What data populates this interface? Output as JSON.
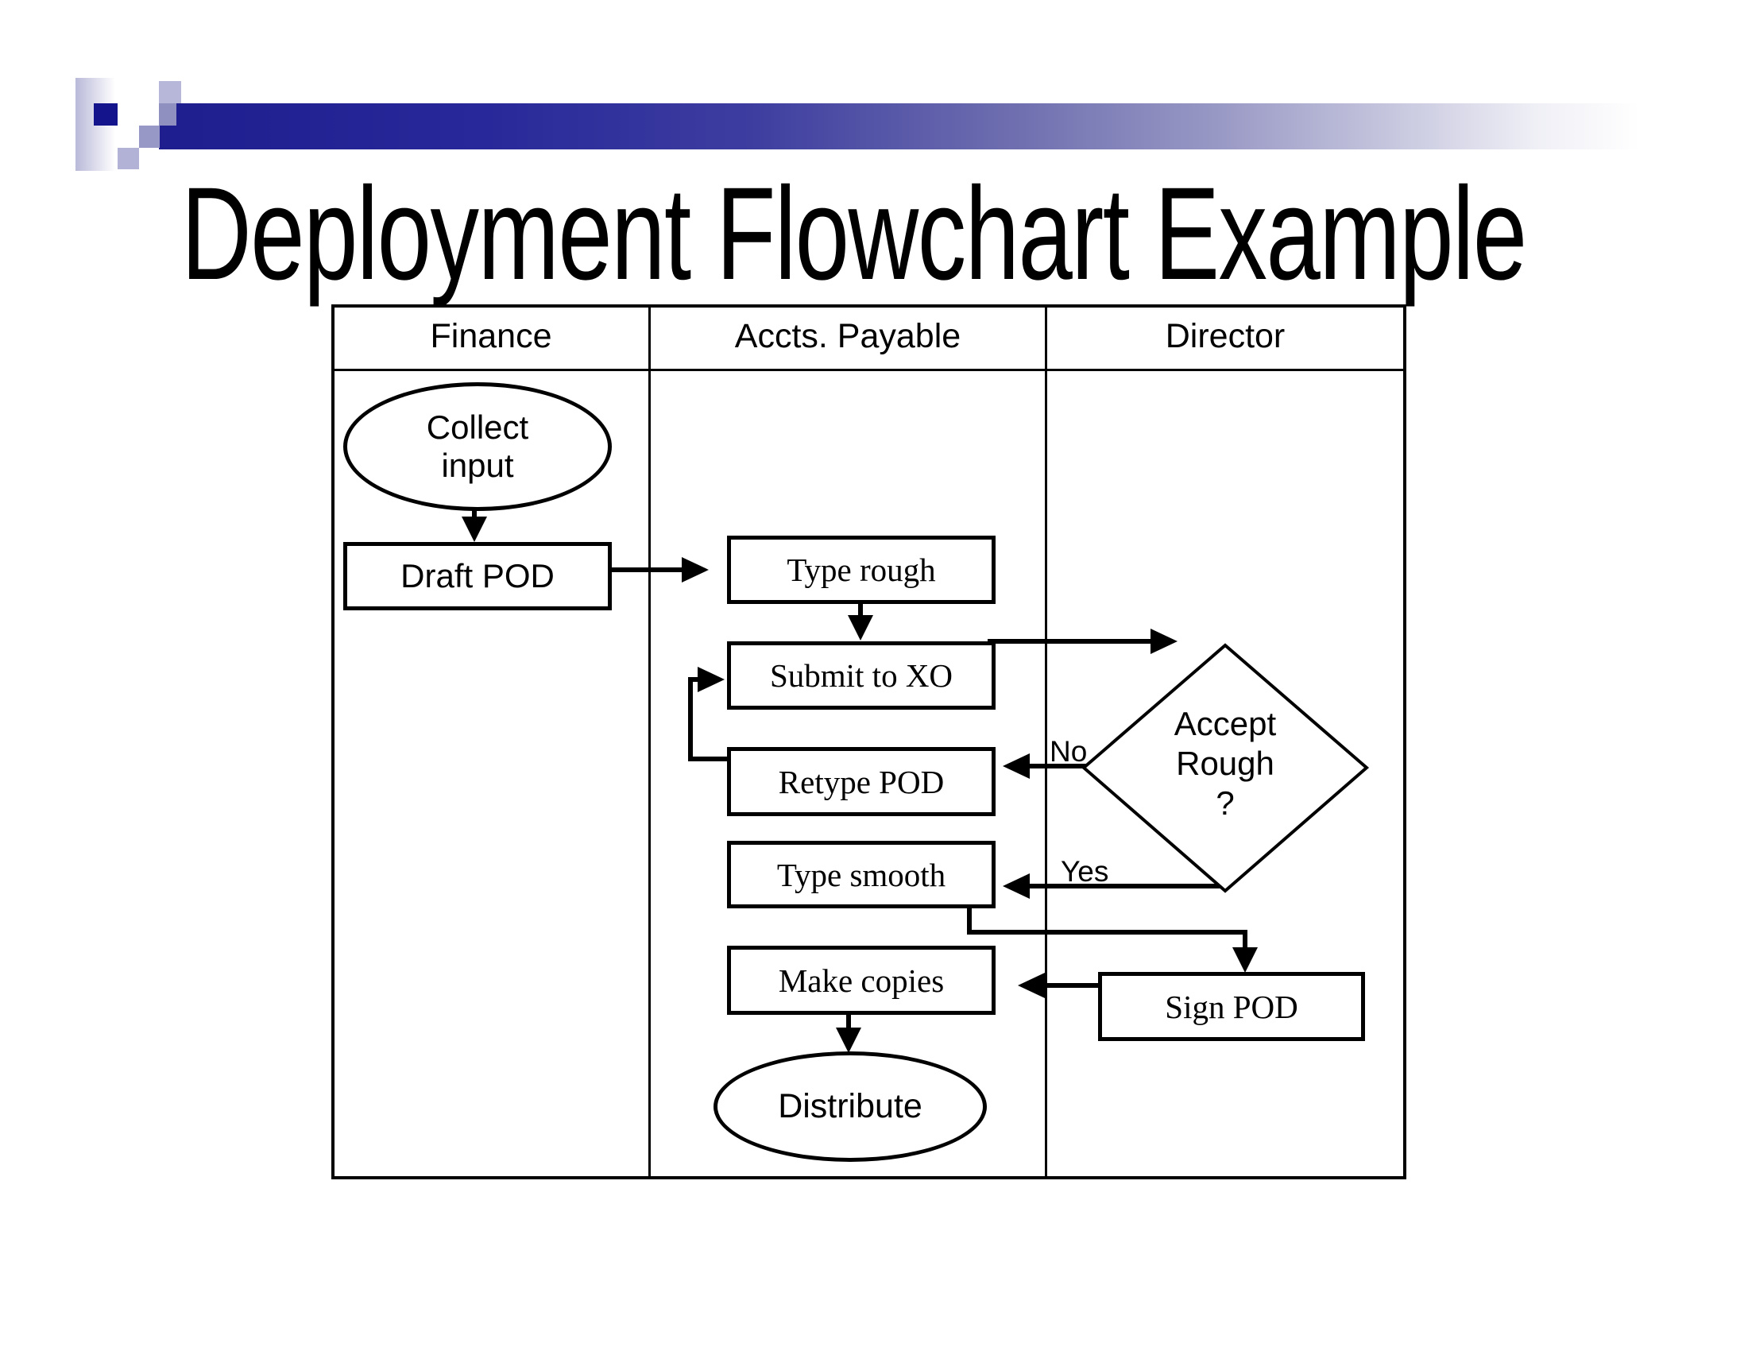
{
  "slide": {
    "title": "Deployment Flowchart Example"
  },
  "colors": {
    "background": "#ffffff",
    "line": "#000000",
    "accent_navy": "#1e1e8f",
    "accent_lavender": "#b2b2d6"
  },
  "table": {
    "columns": [
      {
        "label": "Finance"
      },
      {
        "label": "Accts. Payable"
      },
      {
        "label": "Director"
      }
    ]
  },
  "flowchart": {
    "nodes": {
      "collect_input": {
        "label": "Collect\ninput",
        "shape": "ellipse",
        "lane": "Finance"
      },
      "draft_pod": {
        "label": "Draft POD",
        "shape": "rect",
        "lane": "Finance"
      },
      "type_rough": {
        "label": "Type rough",
        "shape": "rect",
        "lane": "Accts. Payable"
      },
      "submit_xo": {
        "label": "Submit to XO",
        "shape": "rect",
        "lane": "Accts. Payable"
      },
      "retype_pod": {
        "label": "Retype POD",
        "shape": "rect",
        "lane": "Accts. Payable"
      },
      "type_smooth": {
        "label": "Type smooth",
        "shape": "rect",
        "lane": "Accts. Payable"
      },
      "make_copies": {
        "label": "Make copies",
        "shape": "rect",
        "lane": "Accts. Payable"
      },
      "distribute": {
        "label": "Distribute",
        "shape": "ellipse",
        "lane": "Accts. Payable"
      },
      "accept_rough": {
        "label": "Accept\nRough\n?",
        "shape": "diamond",
        "lane": "Director"
      },
      "sign_pod": {
        "label": "Sign POD",
        "shape": "rect",
        "lane": "Director"
      }
    },
    "edge_labels": {
      "no": "No",
      "yes": "Yes"
    }
  }
}
